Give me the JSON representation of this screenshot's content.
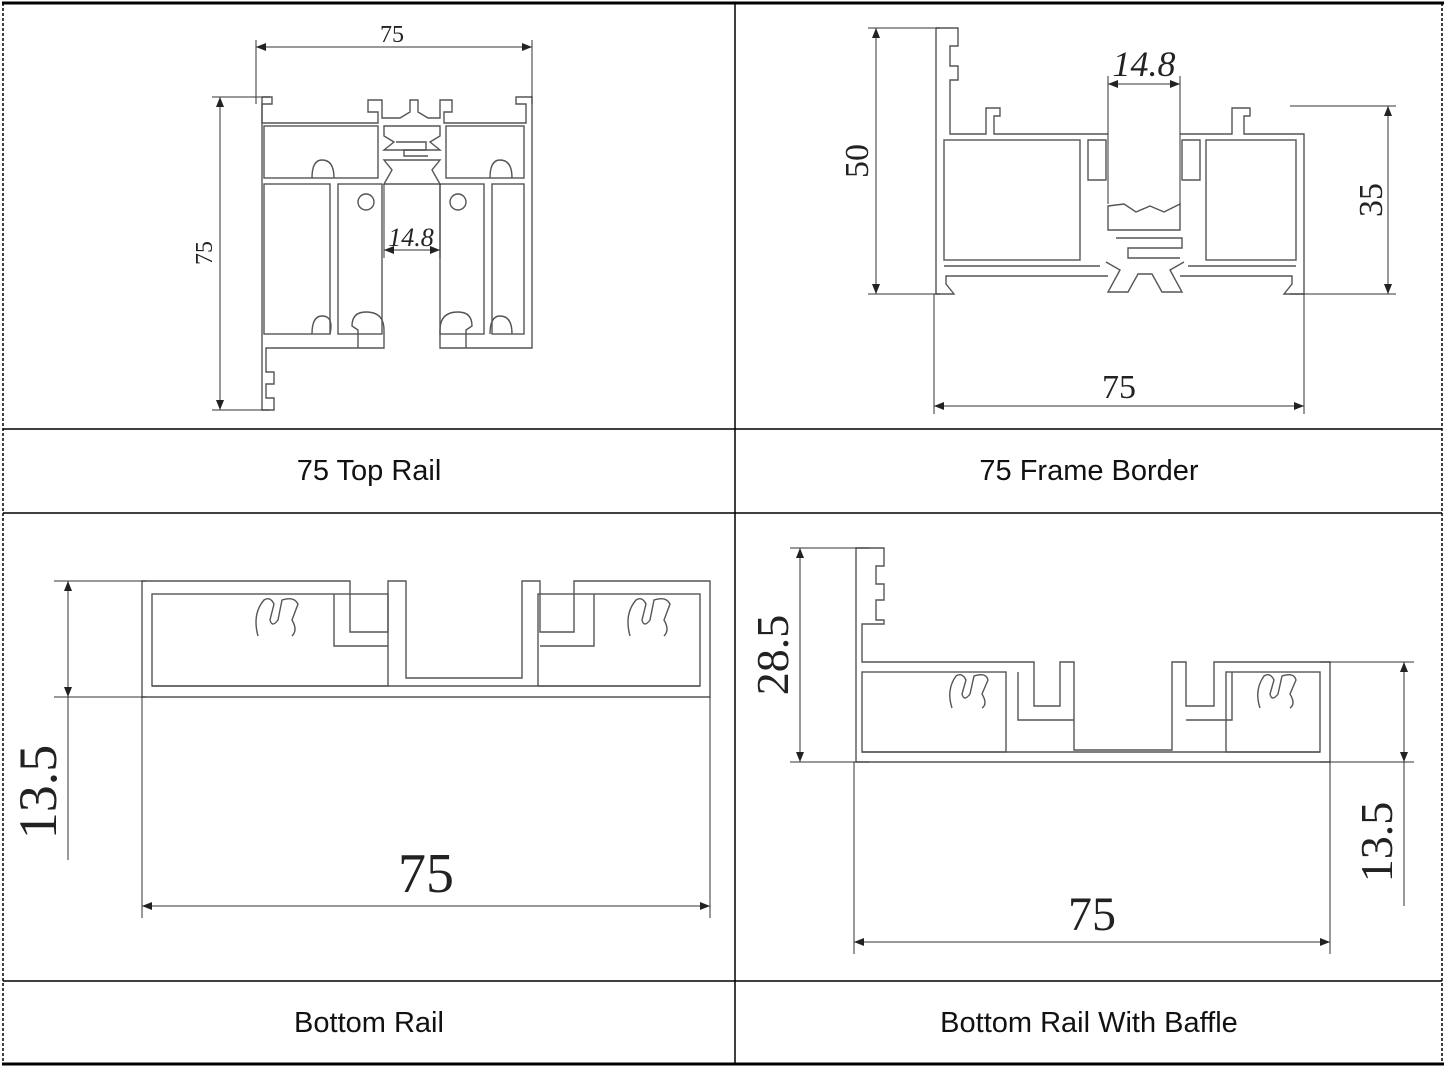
{
  "panels": [
    {
      "caption": "75 Top Rail",
      "dims": {
        "width": "75",
        "height": "75",
        "gap": "14.8"
      }
    },
    {
      "caption": "75 Frame Border",
      "dims": {
        "width": "75",
        "height": "50",
        "inner_height": "35",
        "gap": "14.8"
      }
    },
    {
      "caption": "Bottom Rail",
      "dims": {
        "width": "75",
        "height": "13.5"
      }
    },
    {
      "caption": "Bottom Rail With Baffle",
      "dims": {
        "width": "75",
        "height": "28.5",
        "lower_height": "13.5"
      }
    }
  ]
}
